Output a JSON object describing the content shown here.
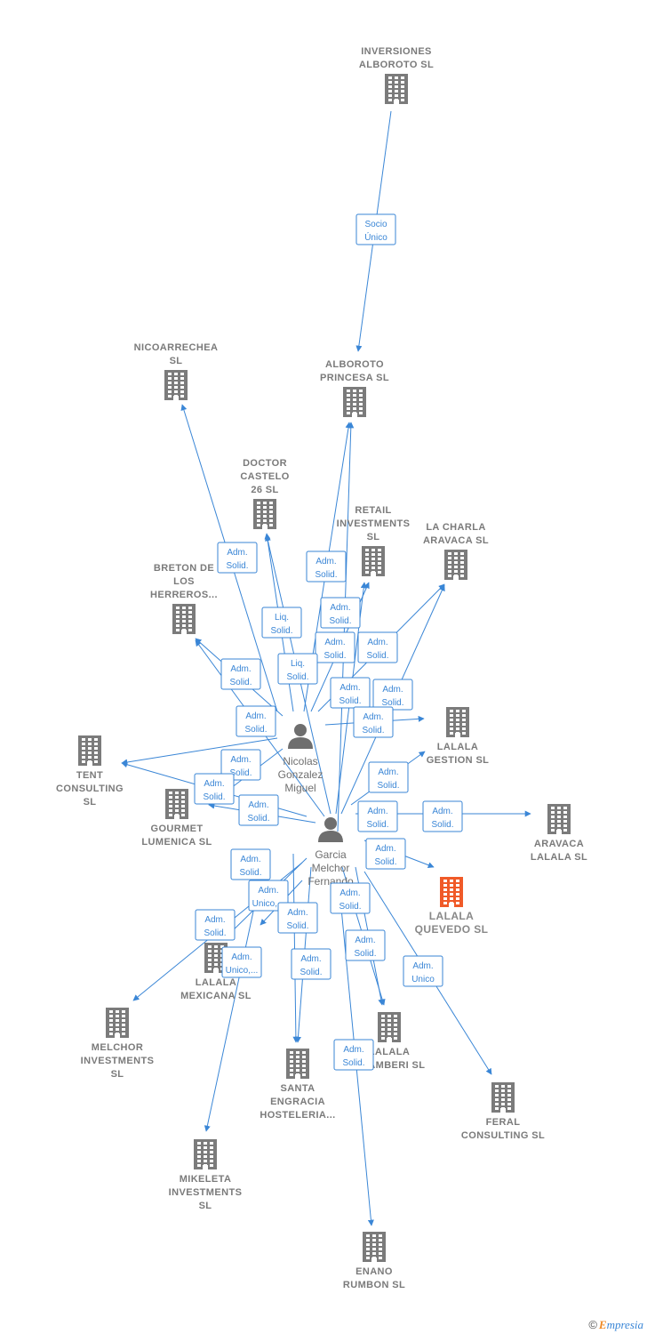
{
  "companies": [
    {
      "id": "inversiones",
      "lines": [
        "INVERSIONES",
        "ALBOROTO  SL"
      ],
      "highlight": false
    },
    {
      "id": "alboroto",
      "lines": [
        "ALBOROTO",
        "PRINCESA  SL"
      ],
      "highlight": false
    },
    {
      "id": "nicoarrechea",
      "lines": [
        "NICOARRECHEA",
        "SL"
      ],
      "highlight": false
    },
    {
      "id": "doctor",
      "lines": [
        "DOCTOR",
        "CASTELO",
        "26  SL"
      ],
      "highlight": false
    },
    {
      "id": "retail",
      "lines": [
        "RETAIL",
        "INVESTMENTS",
        "SL"
      ],
      "highlight": false
    },
    {
      "id": "lacharla",
      "lines": [
        "LA CHARLA",
        "ARAVACA  SL"
      ],
      "highlight": false
    },
    {
      "id": "breton",
      "lines": [
        "BRETON DE",
        "LOS",
        "HERREROS..."
      ],
      "highlight": false
    },
    {
      "id": "lalalagestion",
      "lines": [
        "LALALA",
        "GESTION  SL"
      ],
      "highlight": false
    },
    {
      "id": "tent",
      "lines": [
        "TENT",
        "CONSULTING",
        "SL"
      ],
      "highlight": false
    },
    {
      "id": "gourmet",
      "lines": [
        "GOURMET",
        "LUMENICA  SL"
      ],
      "highlight": false
    },
    {
      "id": "aravaca",
      "lines": [
        "ARAVACA",
        "LALALA  SL"
      ],
      "highlight": false
    },
    {
      "id": "quevedo",
      "lines": [
        "LALALA",
        "QUEVEDO  SL"
      ],
      "highlight": true
    },
    {
      "id": "mexicana",
      "lines": [
        "LALALA",
        "MEXICANA  SL"
      ],
      "highlight": false
    },
    {
      "id": "melchor",
      "lines": [
        "MELCHOR",
        "INVESTMENTS",
        "SL"
      ],
      "highlight": false
    },
    {
      "id": "chamberi",
      "lines": [
        "LALALA",
        "CHAMBERI  SL"
      ],
      "highlight": false
    },
    {
      "id": "santa",
      "lines": [
        "SANTA",
        "ENGRACIA",
        "HOSTELERIA..."
      ],
      "highlight": false
    },
    {
      "id": "feral",
      "lines": [
        "FERAL",
        "CONSULTING SL"
      ],
      "highlight": false
    },
    {
      "id": "mikeleta",
      "lines": [
        "MIKELETA",
        "INVESTMENTS",
        "SL"
      ],
      "highlight": false
    },
    {
      "id": "enano",
      "lines": [
        "ENANO",
        "RUMBON  SL"
      ],
      "highlight": false
    }
  ],
  "persons": [
    {
      "id": "nicolas",
      "lines": [
        "Nicolas",
        "Gonzalez",
        "Miguel"
      ]
    },
    {
      "id": "garcia",
      "lines": [
        "Garcia",
        "Melchor",
        "Fernando"
      ]
    }
  ],
  "relations": [
    {
      "id": "r-socio",
      "lines": [
        "Socio",
        "Único"
      ]
    },
    {
      "id": "r1",
      "lines": [
        "Adm.",
        "Solid."
      ]
    },
    {
      "id": "r2",
      "lines": [
        "Adm.",
        "Solid."
      ]
    },
    {
      "id": "r3",
      "lines": [
        "Liq.",
        "Solid."
      ]
    },
    {
      "id": "r4",
      "lines": [
        "Adm.",
        "Solid."
      ]
    },
    {
      "id": "r5",
      "lines": [
        "Adm.",
        "Solid."
      ]
    },
    {
      "id": "r6",
      "lines": [
        "Liq.",
        "Solid."
      ]
    },
    {
      "id": "r7",
      "lines": [
        "Adm.",
        "Solid."
      ]
    },
    {
      "id": "r8",
      "lines": [
        "Adm.",
        "Solid."
      ]
    },
    {
      "id": "r9",
      "lines": [
        "Adm.",
        "Solid."
      ]
    },
    {
      "id": "r10",
      "lines": [
        "Adm.",
        "Solid."
      ]
    },
    {
      "id": "r11",
      "lines": [
        "Adm.",
        "Solid."
      ]
    },
    {
      "id": "r12",
      "lines": [
        "Adm.",
        "Solid."
      ]
    },
    {
      "id": "r13",
      "lines": [
        "Adm.",
        "Solid."
      ]
    },
    {
      "id": "r14",
      "lines": [
        "Adm.",
        "Solid."
      ]
    },
    {
      "id": "r15",
      "lines": [
        "Adm.",
        "Solid."
      ]
    },
    {
      "id": "r16",
      "lines": [
        "Adm.",
        "Solid."
      ]
    },
    {
      "id": "r17",
      "lines": [
        "Adm.",
        "Solid."
      ]
    },
    {
      "id": "r18",
      "lines": [
        "Adm.",
        "Solid."
      ]
    },
    {
      "id": "r19",
      "lines": [
        "Adm.",
        "Solid."
      ]
    },
    {
      "id": "r20",
      "lines": [
        "Adm.",
        "Solid."
      ]
    },
    {
      "id": "r21",
      "lines": [
        "Adm.",
        "Solid."
      ]
    },
    {
      "id": "r22",
      "lines": [
        "Adm.",
        "Unico,..."
      ]
    },
    {
      "id": "r23",
      "lines": [
        "Adm.",
        "Unico,..."
      ]
    },
    {
      "id": "r24",
      "lines": [
        "Adm.",
        "Solid."
      ]
    },
    {
      "id": "r25",
      "lines": [
        "Adm.",
        "Solid."
      ]
    },
    {
      "id": "r26",
      "lines": [
        "Adm.",
        "Solid."
      ]
    },
    {
      "id": "r27",
      "lines": [
        "Adm.",
        "Solid."
      ]
    },
    {
      "id": "r28",
      "lines": [
        "Adm.",
        "Unico"
      ]
    },
    {
      "id": "r29",
      "lines": [
        "Adm.",
        "Solid."
      ]
    }
  ],
  "footer": {
    "copyright": "©",
    "brand_e": "E",
    "brand_rest": "mpresia"
  },
  "colors": {
    "edge": "#3a86d6",
    "building": "#7b7b7b",
    "highlight": "#f05a28",
    "label": "#7a7a7a"
  },
  "icons": {
    "company": "building-icon",
    "person": "person-icon"
  }
}
